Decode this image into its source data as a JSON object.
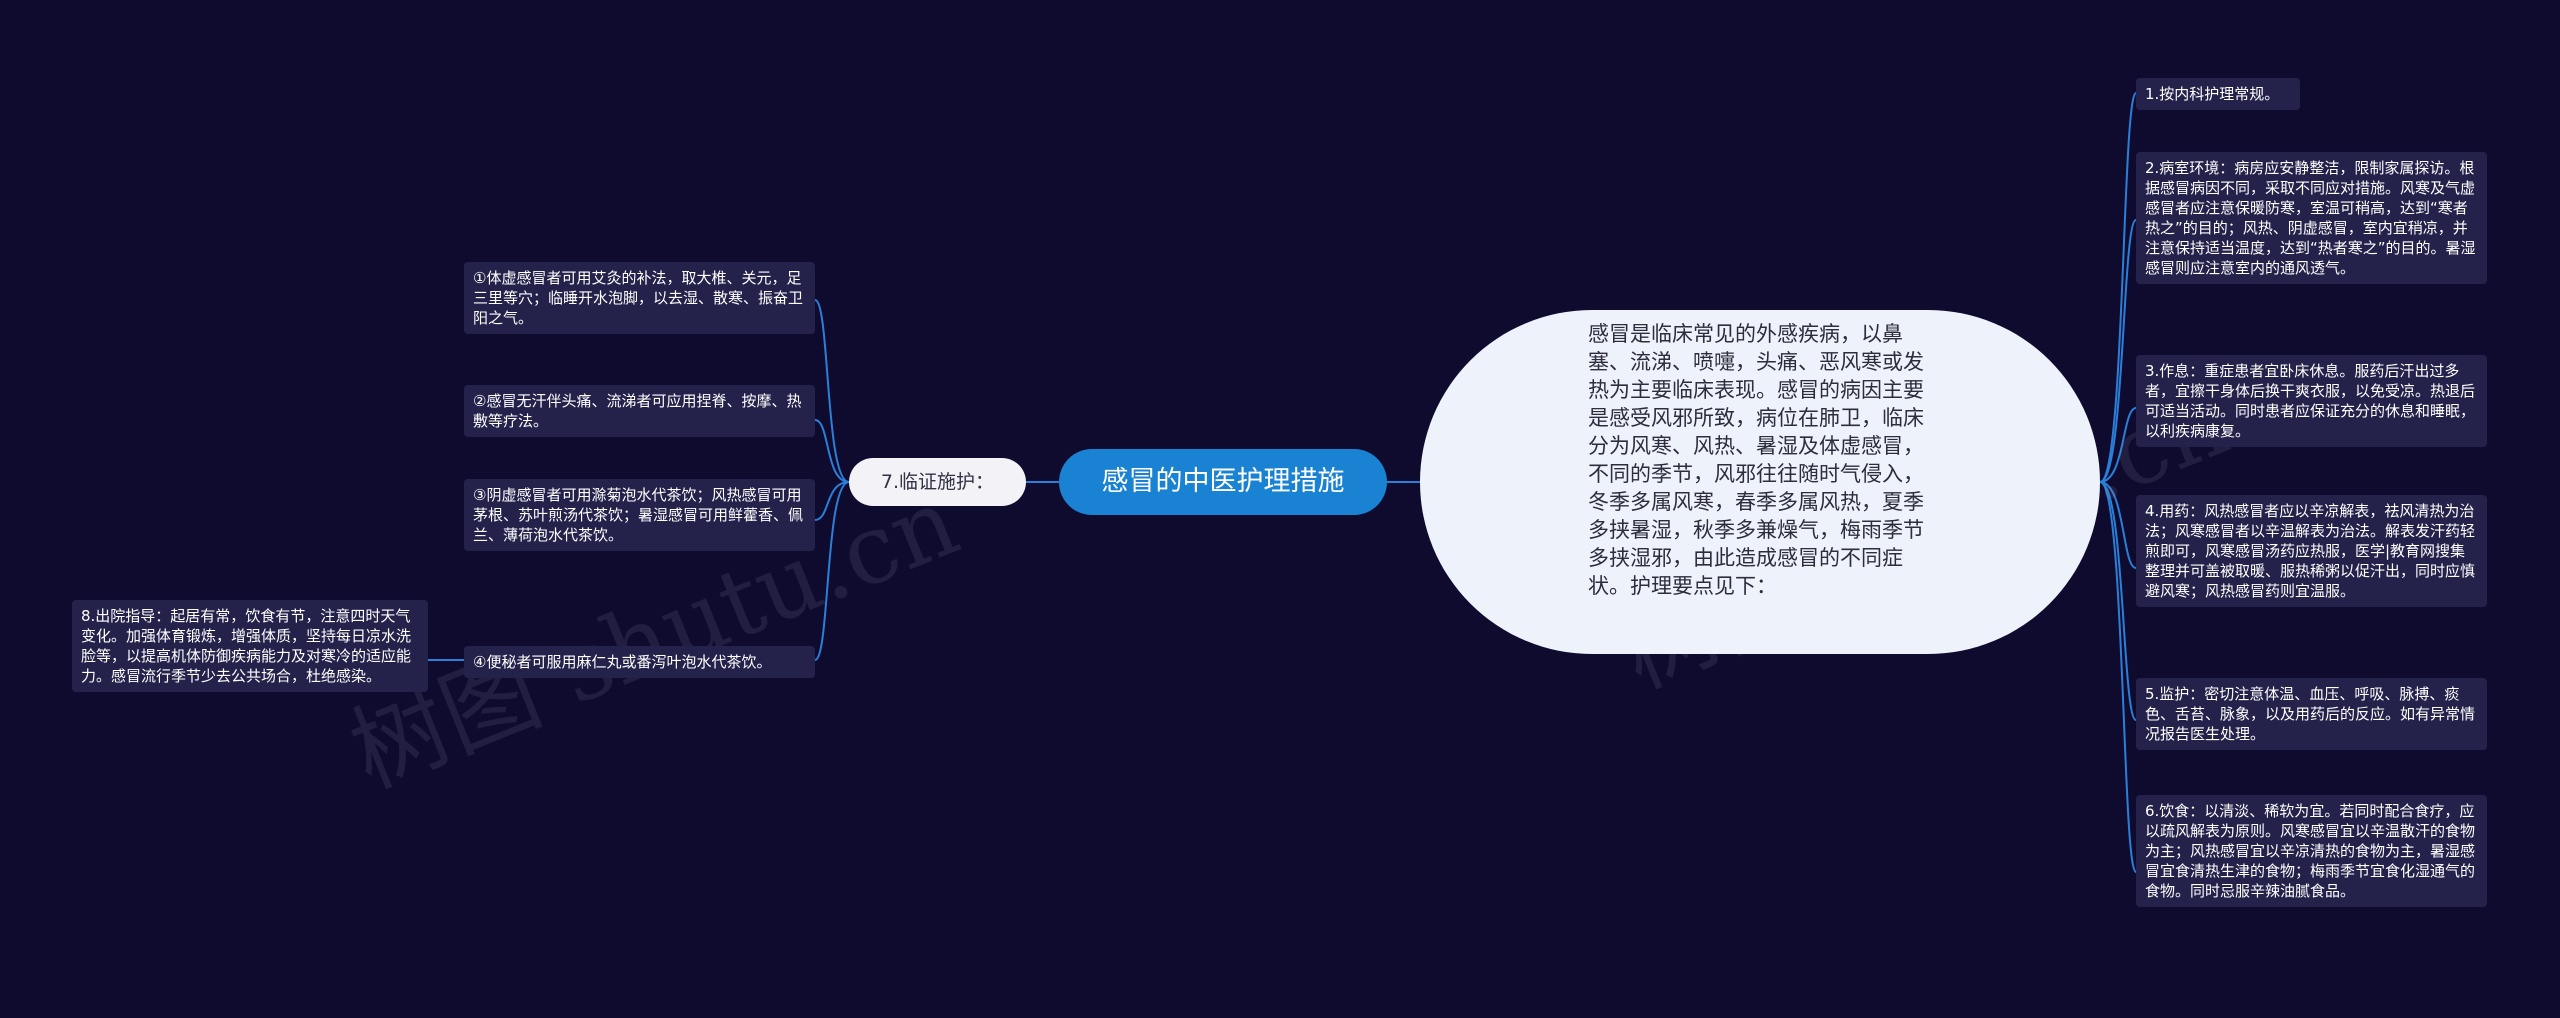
{
  "center": {
    "title": "感冒的中医护理措施"
  },
  "summary": {
    "text": "感冒是临床常见的外感疾病，以鼻塞、流涕、喷嚏，头痛、恶风寒或发热为主要临床表现。感冒的病因主要是感受风邪所致，病位在肺卫，临床分为风寒、风热、暑湿及体虚感冒，不同的季节，风邪往往随时气侵入，冬季多属风寒，春季多属风热，夏季多挟暑湿，秋季多兼燥气，梅雨季节多挟湿邪，由此造成感冒的不同症状。护理要点见下："
  },
  "left_branch": {
    "label": "7.临证施护：",
    "items": [
      "①体虚感冒者可用艾灸的补法，取大椎、关元，足三里等穴；临睡开水泡脚，以去湿、散寒、振奋卫阳之气。",
      "②感冒无汗伴头痛、流涕者可应用捏脊、按摩、热敷等疗法。",
      "③阴虚感冒者可用滁菊泡水代茶饮；风热感冒可用茅根、苏叶煎汤代茶饮；暑湿感冒可用鲜藿香、佩兰、薄荷泡水代茶饮。",
      "④便秘者可服用麻仁丸或番泻叶泡水代茶饮。"
    ]
  },
  "far_left": {
    "text": "8.出院指导：起居有常，饮食有节，注意四时天气变化。加强体育锻炼，增强体质，坚持每日凉水洗脸等，以提高机体防御疾病能力及对寒冷的适应能力。感冒流行季节少去公共场合，杜绝感染。"
  },
  "right_items": [
    "1.按内科护理常规。",
    "2.病室环境：病房应安静整洁，限制家属探访。根据感冒病因不同，采取不同应对措施。风寒及气虚感冒者应注意保暖防寒，室温可稍高，达到“寒者热之”的目的；风热、阴虚感冒，室内宜稍凉，并注意保持适当温度，达到“热者寒之”的目的。暑湿感冒则应注意室内的通风透气。",
    "3.作息：重症患者宜卧床休息。服药后汗出过多者，宜擦干身体后换干爽衣服，以免受凉。热退后可适当活动。同时患者应保证充分的休息和睡眠，以利疾病康复。",
    "4.用药：风热感冒者应以辛凉解表，祛风清热为治法；风寒感冒者以辛温解表为治法。解表发汗药轻煎即可，风寒感冒汤药应热服，医学|教育网搜集整理并可盖被取暖、服热稀粥以促汗出，同时应慎避风寒；风热感冒药则宜温服。",
    "5.监护：密切注意体温、血压、呼吸、脉搏、痰色、舌苔、脉象，以及用药后的反应。如有异常情况报告医生处理。",
    "6.饮食：以清淡、稀软为宜。若同时配合食疗，应以疏风解表为原则。风寒感冒宜以辛温散汗的食物为主；风热感冒宜以辛凉清热的食物为主，暑湿感冒宜食清热生津的食物；梅雨季节宜食化湿通气的食物。同时忌服辛辣油腻食品。"
  ],
  "watermarks": [
    "树图 shutu.cn",
    "树图 shutu.cn"
  ],
  "colors": {
    "background": "#0e0b2f",
    "node": "#24224b",
    "center": "#1a82d2",
    "link": "#2a7fd8"
  }
}
